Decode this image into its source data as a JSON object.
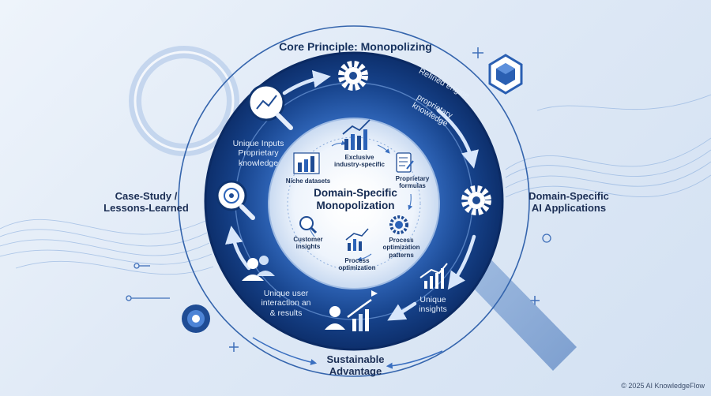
{
  "core_principle": "Core Principle: Monopolizing",
  "center": {
    "line1": "Domain-Specific",
    "line2": "Monopolization"
  },
  "outer": {
    "left": {
      "line1": "Case-Study /",
      "line2": "Lessons-Learned"
    },
    "right": {
      "line1": "Domain-Specific",
      "line2": "AI Applications"
    },
    "bottom": {
      "line1": "Sustainable",
      "line2": "Advantage"
    }
  },
  "ring": {
    "unique_inputs": {
      "line1": "Unique Inputs",
      "line2": "Proprietary",
      "line3": "knowledge"
    },
    "refined_engine": "Refined engine",
    "proprietary_knowledge": {
      "line1": "proprietary",
      "line2": "knowledge"
    },
    "unique_insights": {
      "line1": "Unique",
      "line2": "insights"
    },
    "unique_user": {
      "line1": "Unique user",
      "line2": "interaction an",
      "line3": "& results"
    }
  },
  "inner": {
    "niche": "Niche datasets",
    "exclusive": {
      "line1": "Exclusive",
      "line2": "industry-specific"
    },
    "formulas": {
      "line1": "Proprietary",
      "line2": "formulas"
    },
    "patterns": {
      "line1": "Process",
      "line2": "optimization",
      "line3": "patterns"
    },
    "process_opt": {
      "line1": "Process",
      "line2": "optimization"
    },
    "customer": {
      "line1": "Customer",
      "line2": "insights"
    }
  },
  "footer": "© 2025 AI KnowledgeFlow",
  "colors": {
    "ring_dark": "#10367a",
    "ring_mid": "#2457a6",
    "accent": "#2f6fd0",
    "text_dark": "#1c2f55"
  },
  "icons": [
    "magnifier-chart-icon",
    "gear-icon",
    "gear-icon",
    "target-magnifier-icon",
    "users-icon",
    "growth-chart-icon",
    "bar-chart-icon",
    "hexagon-cube-icon",
    "document-icon",
    "magnifier-icon",
    "big-magnifier-icon",
    "target-dial-icon"
  ]
}
